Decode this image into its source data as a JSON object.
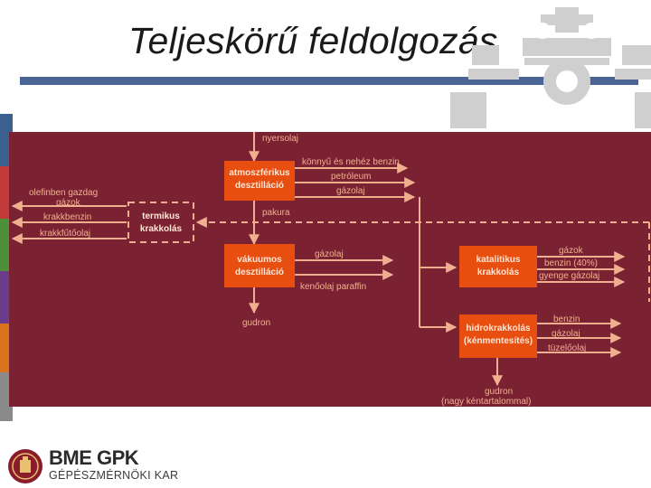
{
  "header": {
    "title": "Teljeskörű feldolgozás"
  },
  "colors": {
    "panel": "#7b2232",
    "box": "#e84e0f",
    "line": "#f0b090",
    "title_rule": "#4a6496"
  },
  "diagram": {
    "boxes": {
      "atmospheric": [
        "atmoszférikus",
        "desztilláció"
      ],
      "thermal": [
        "termikus",
        "krakkolás"
      ],
      "vacuum": [
        "vákuumos",
        "desztilláció"
      ],
      "catalytic": [
        "katalitikus",
        "krakkolás"
      ],
      "hydro": [
        "hidrokrakkolás",
        "(kénmentesítés)"
      ]
    },
    "labels": {
      "crude": "nyersolaj",
      "light_heavy_petrol": "könnyű és nehéz benzin",
      "kerosene": "petróleum",
      "gasoil_atm": "gázolaj",
      "fuel_oil": "pakura",
      "olefin_gases_1": "olefinben gazdag",
      "olefin_gases_2": "gázok",
      "crack_petrol": "krakkbenzin",
      "crack_heating_oil": "krakkfűtőolaj",
      "gasoil_vac": "gázolaj",
      "lube_paraffin": "kenőolaj paraffin",
      "tar_vac": "gudron",
      "cat_gases": "gázok",
      "cat_petrol": "benzin (40%)",
      "cat_light_gasoil": "gyenge gázolaj",
      "hydro_petrol": "benzin",
      "hydro_gasoil": "gázolaj",
      "hydro_fuel_oil": "tüzelőolaj",
      "tar_hydro_1": "gudron",
      "tar_hydro_2": "(nagy kéntartalommal)"
    }
  },
  "logo": {
    "brand": "BME GPK",
    "subtitle": "GÉPÉSZMÉRNÖKI KAR",
    "icon": "university-crest-icon"
  }
}
